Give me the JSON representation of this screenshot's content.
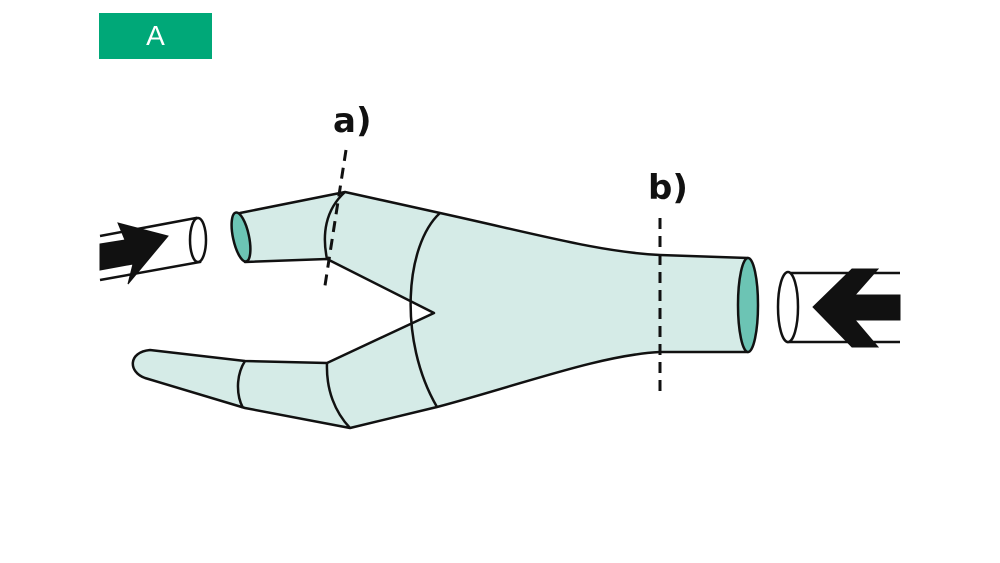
{
  "panel_label": "A",
  "labels": {
    "a": "a)",
    "b": "b)"
  },
  "colors": {
    "badge": "#00a878",
    "body_fill": "#d5ebe7",
    "opening_fill": "#6cc4b4",
    "stroke": "#111111"
  },
  "icons": {
    "left_arrow": "arrow-right-icon",
    "right_arrow": "arrow-left-icon"
  }
}
